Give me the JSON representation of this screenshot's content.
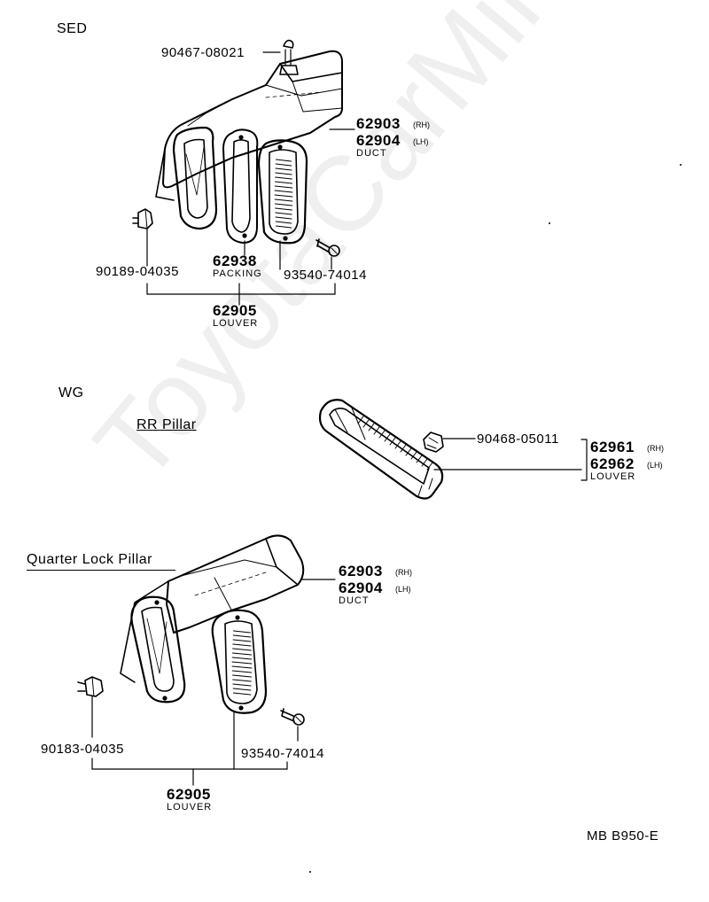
{
  "watermark": "ToyotaCarMine.ru",
  "diagram_code": "MB B950-E",
  "sed": {
    "heading": "SED",
    "clip_top": "90467-08021",
    "duct_rh": "62903",
    "duct_rh_side": "(RH)",
    "duct_lh": "62904",
    "duct_lh_side": "(LH)",
    "duct_name": "DUCT",
    "clip_left": "90189-04035",
    "packing_no": "62938",
    "packing_name": "PACKING",
    "screw": "93540-74014",
    "louver_no": "62905",
    "louver_name": "LOUVER"
  },
  "wg": {
    "heading": "WG",
    "rr_pillar_heading": "RR Pillar",
    "clip": "90468-05011",
    "louver_rh": "62961",
    "louver_rh_side": "(RH)",
    "louver_lh": "62962",
    "louver_lh_side": "(LH)",
    "louver_name": "LOUVER2",
    "quarter_heading": "Quarter Lock Pillar",
    "duct_rh": "62903",
    "duct_rh_side": "(RH)",
    "duct_lh": "62904",
    "duct_lh_side": "(LH)",
    "duct_name": "DUCT",
    "clip_left": "90183-04035",
    "screw": "93540-74014",
    "louver_no": "62905"
  }
}
